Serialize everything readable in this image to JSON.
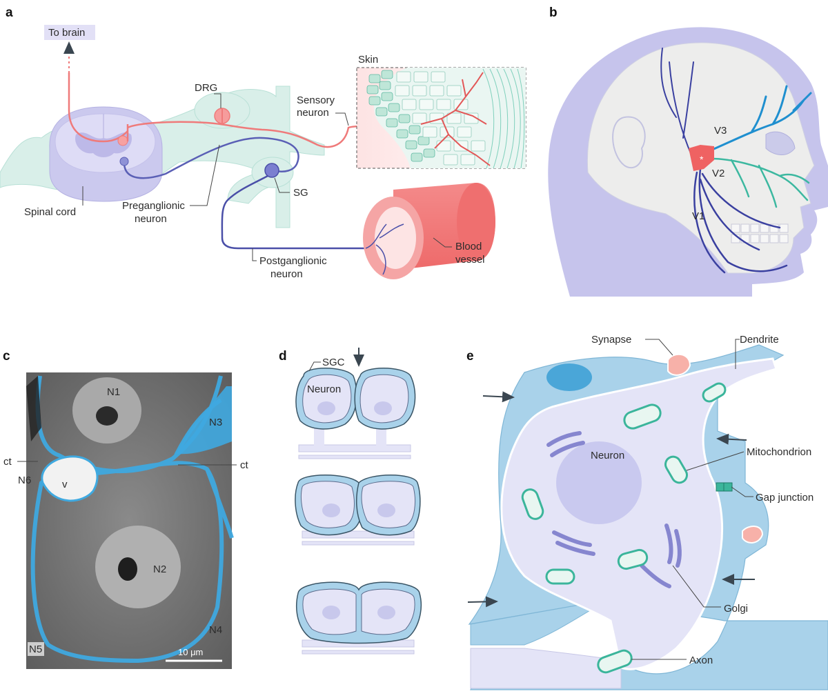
{
  "panels": {
    "a": {
      "letter": "a",
      "labels": {
        "to_brain": "To brain",
        "drg": "DRG",
        "skin": "Skin",
        "sensory_neuron_1": "Sensory",
        "sensory_neuron_2": "neuron",
        "sg": "SG",
        "spinal_cord": "Spinal cord",
        "preganglionic_1": "Preganglionic",
        "preganglionic_2": "neuron",
        "postganglionic_1": "Postganglionic",
        "postganglionic_2": "neuron",
        "blood_vessel_1": "Blood",
        "blood_vessel_2": "vessel"
      }
    },
    "b": {
      "letter": "b",
      "labels": {
        "v1": "V1",
        "v2": "V2",
        "v3": "V3",
        "ganglion_mark": "*"
      }
    },
    "c": {
      "letter": "c",
      "labels": {
        "n1": "N1",
        "n2": "N2",
        "n3": "N3",
        "n4": "N4",
        "n5": "N5",
        "n6": "N6",
        "v": "v",
        "ct_left": "ct",
        "ct_right": "ct",
        "scale_bar": "10 μm"
      }
    },
    "d": {
      "letter": "d",
      "labels": {
        "sgc": "SGC",
        "neuron": "Neuron"
      }
    },
    "e": {
      "letter": "e",
      "labels": {
        "synapse": "Synapse",
        "dendrite": "Dendrite",
        "neuron": "Neuron",
        "mitochondrion": "Mitochondrion",
        "gap_junction": "Gap junction",
        "golgi": "Golgi",
        "axon": "Axon"
      }
    }
  },
  "colors": {
    "sensory": "#ef7a7a",
    "autonomic": "#5a5fb5",
    "glia": "#a9d2ea",
    "tissue": "#d6eee8",
    "neuron_fill": "#e4e4f7",
    "mito": "#3bb59b",
    "cell_stain": "#3fa9e0"
  }
}
